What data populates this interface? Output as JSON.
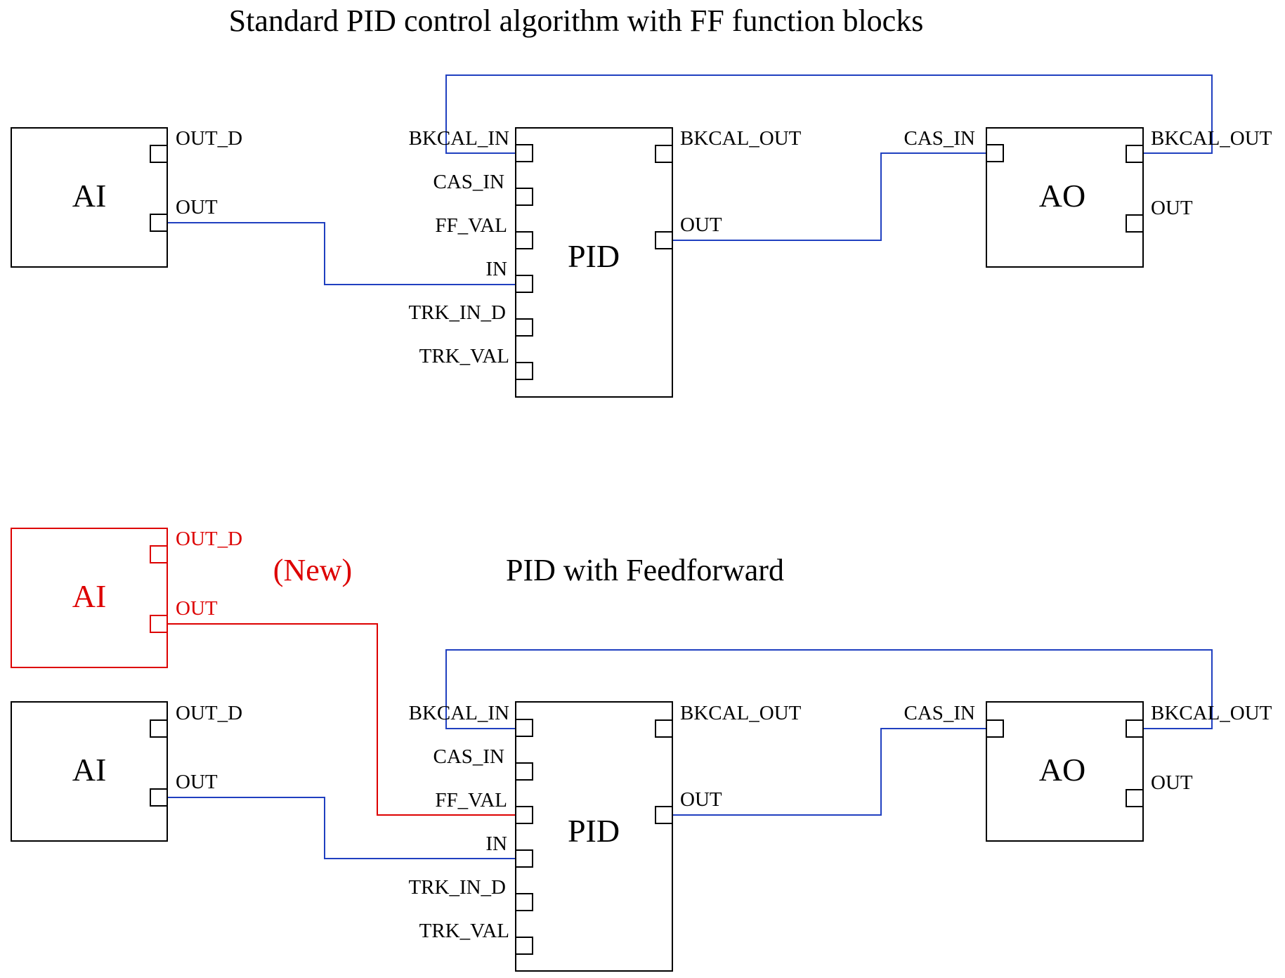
{
  "colors": {
    "block": "#000000",
    "wire": "#2040c0",
    "new": "#dd0000"
  },
  "diagram1": {
    "title": "Standard PID control algorithm with FF function blocks",
    "ai": {
      "name": "AI",
      "ports": [
        "OUT_D",
        "OUT"
      ]
    },
    "pid": {
      "name": "PID",
      "inputs": [
        "BKCAL_IN",
        "CAS_IN",
        "FF_VAL",
        "IN",
        "TRK_IN_D",
        "TRK_VAL"
      ],
      "outputs": [
        "BKCAL_OUT",
        "OUT"
      ]
    },
    "ao": {
      "name": "AO",
      "inputs": [
        "CAS_IN"
      ],
      "outputs": [
        "BKCAL_OUT",
        "OUT"
      ]
    }
  },
  "diagram2": {
    "title": "PID with Feedforward",
    "new_tag": "(New)",
    "ai_new": {
      "name": "AI",
      "ports": [
        "OUT_D",
        "OUT"
      ]
    },
    "ai": {
      "name": "AI",
      "ports": [
        "OUT_D",
        "OUT"
      ]
    },
    "pid": {
      "name": "PID",
      "inputs": [
        "BKCAL_IN",
        "CAS_IN",
        "FF_VAL",
        "IN",
        "TRK_IN_D",
        "TRK_VAL"
      ],
      "outputs": [
        "BKCAL_OUT",
        "OUT"
      ]
    },
    "ao": {
      "name": "AO",
      "inputs": [
        "CAS_IN"
      ],
      "outputs": [
        "BKCAL_OUT",
        "OUT"
      ]
    }
  }
}
